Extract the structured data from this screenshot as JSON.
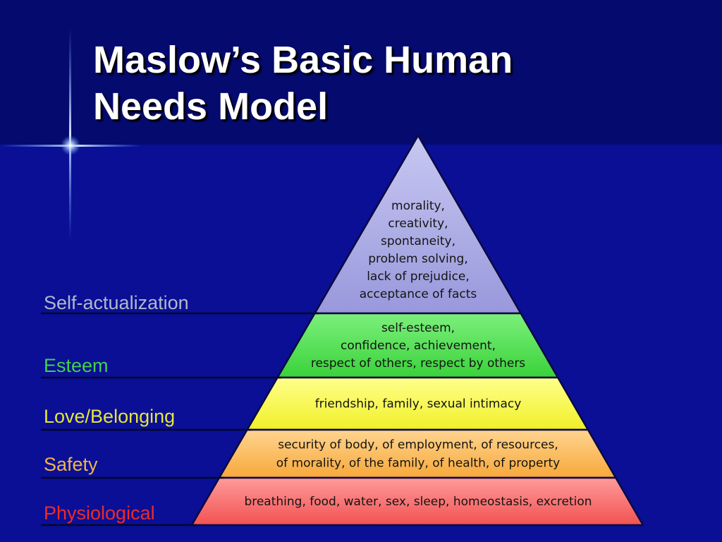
{
  "slide": {
    "title": "Maslow’s Basic Human\nNeeds Model",
    "background": "#0a0f96",
    "header_band": "#050a6e"
  },
  "diagram": {
    "type": "pyramid",
    "levels": [
      {
        "label": "Self-actualization",
        "label_color": "#b0b8c8",
        "fill": "#c8c8f2",
        "fill_dark": "#9898dc",
        "lines": [
          "morality,",
          "creativity,",
          "spontaneity,",
          "problem solving,",
          "lack of prejudice,",
          "acceptance of facts"
        ]
      },
      {
        "label": "Esteem",
        "label_color": "#46d046",
        "fill": "#7cf07c",
        "fill_dark": "#3ad23a",
        "lines": [
          "self-esteem,",
          "confidence, achievement,",
          "respect of others, respect by others"
        ]
      },
      {
        "label": "Love/Belonging",
        "label_color": "#e6e636",
        "fill": "#ffff8c",
        "fill_dark": "#f0f028",
        "lines": [
          "friendship, family, sexual intimacy"
        ]
      },
      {
        "label": "Safety",
        "label_color": "#f2b448",
        "fill": "#ffd490",
        "fill_dark": "#f7a83a",
        "lines": [
          "security of body, of employment, of resources,",
          "of morality, of the family, of health, of property"
        ]
      },
      {
        "label": "Physiological",
        "label_color": "#ee2a2a",
        "fill": "#ff9a9a",
        "fill_dark": "#f25252",
        "lines": [
          "breathing, food, water, sex, sleep, homeostasis, excretion"
        ]
      }
    ]
  }
}
